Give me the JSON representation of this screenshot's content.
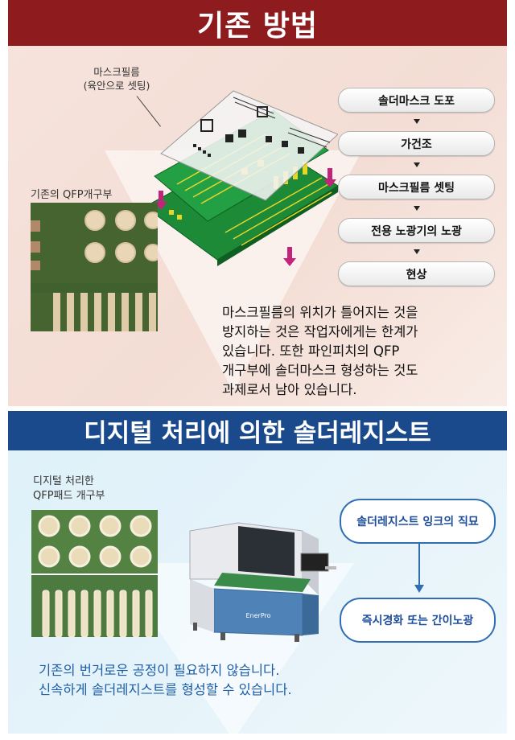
{
  "section1": {
    "title": "기존 방법",
    "mask_label_line1": "마스크필름",
    "mask_label_line2": "(육안으로 셋팅)",
    "qfp_caption": "기존의 QFP개구부",
    "steps": [
      "솔더마스크 도포",
      "가건조",
      "마스크필름 셋팅",
      "전용 노광기의 노광",
      "현상"
    ],
    "text_lines": [
      "마스크필름의 위치가 틀어지는 것을",
      "방지하는 것은 작업자에게는 한계가",
      "있습니다. 또한 파인피치의 QFP",
      "개구부에 솔더마스크 형성하는 것도",
      "과제로서 남아 있습니다."
    ],
    "colors": {
      "header": "#8e1c1f",
      "pink_arrow": "#c2247b",
      "pcb_green": "#1f8f3a"
    }
  },
  "section2": {
    "title": "디지털 처리에 의한 솔더레지스트",
    "photo_caption_line1": "디지털 처리한",
    "photo_caption_line2": "QFP패드 개구부",
    "machine_brand": "EnerPro",
    "bubble1": "솔더레지스트 잉크의 직묘",
    "bubble2": "즉시경화 또는 간이노광",
    "text_lines": [
      "기존의 번거로운 공정이 필요하지 않습니다.",
      "신속하게 솔더레지스트를 형성할 수 있습니다."
    ],
    "colors": {
      "header": "#1b4a8c",
      "accent": "#2f6db5",
      "text": "#1e5ea8"
    }
  }
}
